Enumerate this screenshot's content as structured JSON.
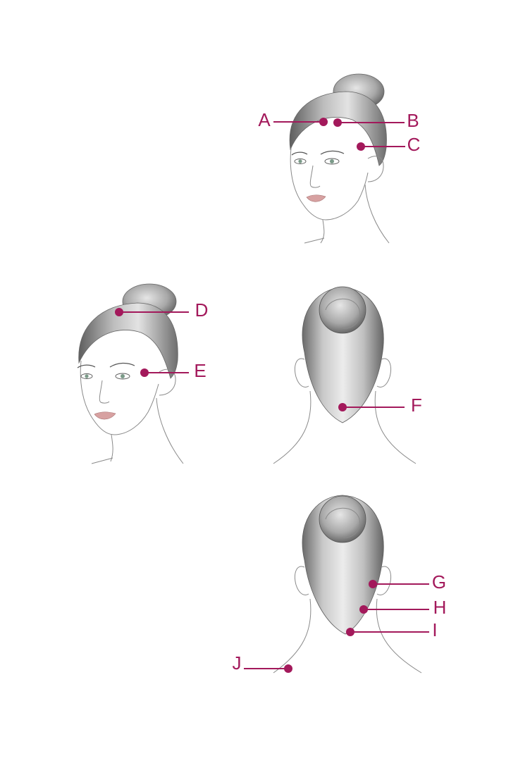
{
  "colors": {
    "accent": "#a3195b",
    "sketch": "#8a8a8a",
    "hair_dark": "#6b6b6b",
    "hair_light": "#d9d9d9",
    "lips": "#d7a1a1",
    "eyes": "#7a9a88",
    "background": "#ffffff"
  },
  "illustrations": [
    {
      "name": "front-three-quarter-view",
      "icon": "woman-head-bun-icon"
    },
    {
      "name": "front-three-quarter-view-2",
      "icon": "woman-head-bun-icon"
    },
    {
      "name": "back-view-upper",
      "icon": "head-back-bun-icon"
    },
    {
      "name": "back-view-lower",
      "icon": "head-back-bun-icon"
    }
  ],
  "markers": [
    {
      "letter": "A"
    },
    {
      "letter": "B"
    },
    {
      "letter": "C"
    },
    {
      "letter": "D"
    },
    {
      "letter": "E"
    },
    {
      "letter": "F"
    },
    {
      "letter": "G"
    },
    {
      "letter": "H"
    },
    {
      "letter": "I"
    },
    {
      "letter": "J"
    }
  ]
}
